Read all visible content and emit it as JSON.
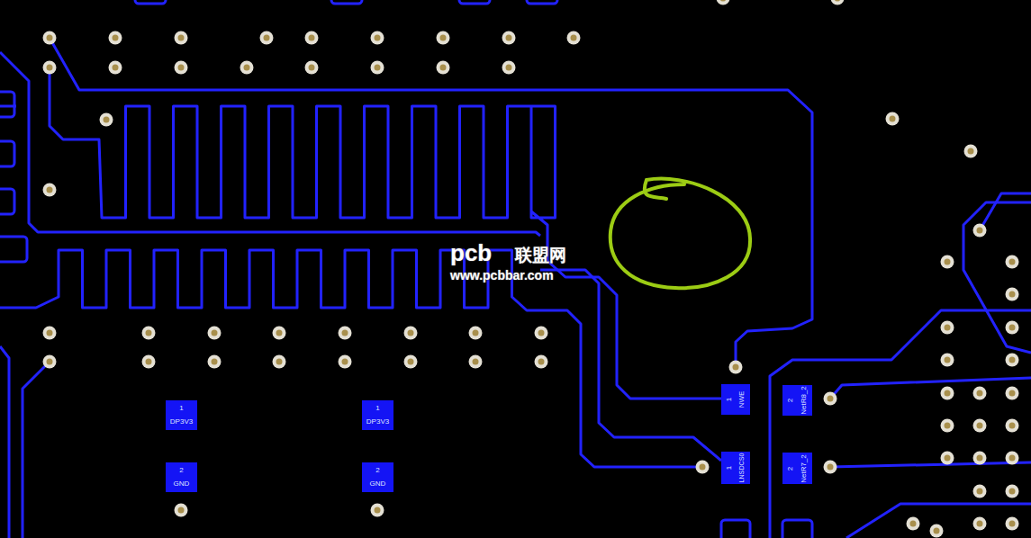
{
  "diagram": {
    "nodes": [
      {
        "text": [
          "1",
          "DP3V3"
        ]
      },
      {
        "text": [
          "1",
          "DP3V3"
        ]
      },
      {
        "text": [
          "1",
          "NWE"
        ]
      },
      {
        "text": [
          "2",
          "NetR8_2"
        ]
      },
      {
        "text": [
          "2",
          "GND"
        ]
      },
      {
        "text": [
          "2",
          "GND"
        ]
      },
      {
        "text": [
          "1",
          "LNSDCS0"
        ]
      },
      {
        "text": [
          "2",
          "NetR7_2"
        ]
      }
    ],
    "labels": [
      "pcb",
      "联盟网",
      "www.pcbbar.com"
    ]
  }
}
